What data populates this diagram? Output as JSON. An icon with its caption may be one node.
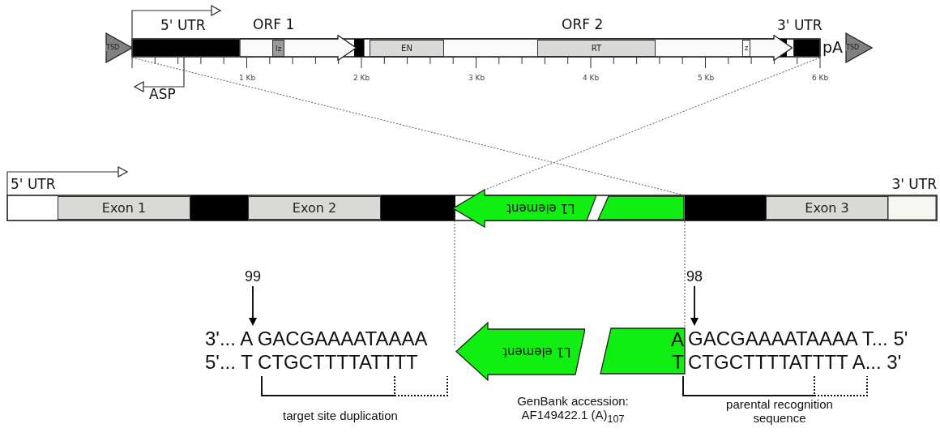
{
  "diagram": {
    "nodes": [
      {
        "text": [
          "TSD"
        ]
      },
      {
        "text": [
          "5' UTR"
        ]
      },
      {
        "text": [
          "ORF 1"
        ]
      },
      {
        "text": [
          "lz"
        ],
        "in": 2
      },
      {
        "text": [
          "ORF 2"
        ]
      },
      {
        "text": [
          "EN"
        ],
        "in": 4
      },
      {
        "text": [
          "RT"
        ],
        "in": 4
      },
      {
        "text": [
          "z"
        ],
        "in": 4
      },
      {
        "text": [
          "3' UTR"
        ],
        "beside": [
          "pA"
        ]
      },
      {
        "text": [
          "TSD"
        ]
      },
      {
        "text": [
          "Exon 1"
        ]
      },
      {
        "text": [
          "Exon 2"
        ]
      },
      {
        "text": [
          "L1 element"
        ]
      },
      {
        "text": [],
        "shape": "box"
      },
      {
        "text": [
          "Exon 3"
        ]
      },
      {
        "text": [
          "99"
        ]
      },
      {
        "text": [
          "98"
        ]
      },
      {
        "text": [
          "3'... A GACGAAAATAAAA"
        ]
      },
      {
        "text": [
          "L1 element"
        ]
      },
      {
        "text": [
          "A",
          "T"
        ]
      },
      {
        "text": [
          "GACGAAAATAAAA T... 5'"
        ]
      }
    ],
    "edges": [
      {
        "from": 15,
        "to": 17,
        "arrow": "to",
        "color": "#000000"
      },
      {
        "from": 16,
        "to": 20,
        "arrow": "to",
        "color": "#000000"
      },
      {
        "from": 1,
        "to": 13,
        "arrow": "none",
        "style": "dashed"
      },
      {
        "from": 8,
        "to": 12,
        "arrow": "none",
        "style": "dashed"
      },
      {
        "from": 12,
        "to": 18,
        "arrow": "none",
        "style": "dashed"
      },
      {
        "from": 13,
        "to": 19,
        "arrow": "none",
        "style": "dashed"
      }
    ],
    "labels": [
      "1 Kb",
      "2 Kb",
      "3 Kb",
      "4 Kb",
      "5 Kb",
      "6 Kb",
      "ASP",
      "5' UTR",
      "3' UTR",
      "5'... T CTGCTTTTATTTT",
      "CTGCTTTTATTTT A... 3'",
      "target site duplication",
      "GenBank accession: AF149422.1 (A)$_{107}$",
      "parental recognition sequence"
    ]
  }
}
